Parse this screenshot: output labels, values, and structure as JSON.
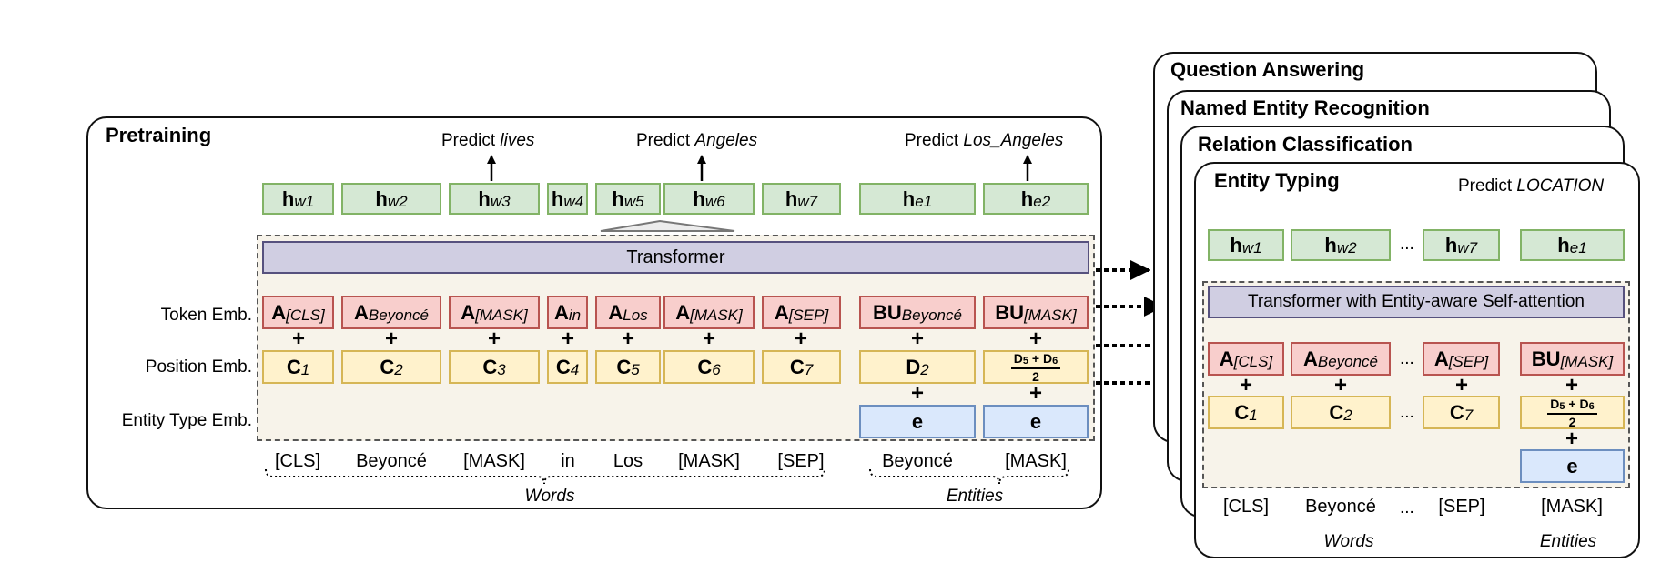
{
  "pretraining": {
    "title": "Pretraining",
    "predict": [
      {
        "prefix": "Predict ",
        "target": "lives"
      },
      {
        "prefix": "Predict ",
        "target": "Angeles"
      },
      {
        "prefix": "Predict ",
        "target": "Los_Angeles"
      }
    ],
    "hidden": [
      {
        "base": "h",
        "sub": "w",
        "idx": "1"
      },
      {
        "base": "h",
        "sub": "w",
        "idx": "2"
      },
      {
        "base": "h",
        "sub": "w",
        "idx": "3"
      },
      {
        "base": "h",
        "sub": "w",
        "idx": "4"
      },
      {
        "base": "h",
        "sub": "w",
        "idx": "5"
      },
      {
        "base": "h",
        "sub": "w",
        "idx": "6"
      },
      {
        "base": "h",
        "sub": "w",
        "idx": "7"
      },
      {
        "base": "h",
        "sub": "e",
        "idx": "1"
      },
      {
        "base": "h",
        "sub": "e",
        "idx": "2"
      }
    ],
    "transformer": "Transformer",
    "row_labels": {
      "token": "Token Emb.",
      "position": "Position Emb.",
      "entity_type": "Entity Type Emb."
    },
    "token_emb": [
      {
        "base": "A",
        "sub": "[CLS]"
      },
      {
        "base": "A",
        "sub": "Beyoncé"
      },
      {
        "base": "A",
        "sub": "[MASK]"
      },
      {
        "base": "A",
        "sub": "in"
      },
      {
        "base": "A",
        "sub": "Los"
      },
      {
        "base": "A",
        "sub": "[MASK]"
      },
      {
        "base": "A",
        "sub": "[SEP]"
      },
      {
        "base": "BU",
        "sub": "Beyoncé"
      },
      {
        "base": "BU",
        "sub": "[MASK]"
      }
    ],
    "position_emb": [
      {
        "base": "C",
        "sub": "1"
      },
      {
        "base": "C",
        "sub": "2"
      },
      {
        "base": "C",
        "sub": "3"
      },
      {
        "base": "C",
        "sub": "4"
      },
      {
        "base": "C",
        "sub": "5"
      },
      {
        "base": "C",
        "sub": "6"
      },
      {
        "base": "C",
        "sub": "7"
      },
      {
        "base": "D",
        "sub": "2"
      }
    ],
    "position_frac": {
      "num_a": "D",
      "a": "5",
      "plus": " + ",
      "num_b": "D",
      "b": "6",
      "den": "2"
    },
    "entity_type": [
      "e",
      "e"
    ],
    "words": [
      "[CLS]",
      "Beyoncé",
      "[MASK]",
      "in",
      "Los",
      "[MASK]",
      "[SEP]",
      "Beyoncé",
      "[MASK]"
    ],
    "brace_labels": {
      "words": "Words",
      "entities": "Entities"
    }
  },
  "tasks": {
    "stack_titles": [
      "Question Answering",
      "Named Entity Recognition",
      "Relation Classification"
    ],
    "front_title": "Entity Typing",
    "predict": {
      "prefix": "Predict ",
      "target": "LOCATION"
    },
    "hidden": [
      {
        "base": "h",
        "sub": "w",
        "idx": "1"
      },
      {
        "base": "h",
        "sub": "w",
        "idx": "2"
      },
      {
        "base": "h",
        "sub": "w",
        "idx": "7"
      },
      {
        "base": "h",
        "sub": "e",
        "idx": "1"
      }
    ],
    "transformer": "Transformer with Entity-aware Self-attention",
    "token_emb": [
      {
        "base": "A",
        "sub": "[CLS]"
      },
      {
        "base": "A",
        "sub": "Beyoncé"
      },
      {
        "base": "A",
        "sub": "[SEP]"
      },
      {
        "base": "BU",
        "sub": "[MASK]"
      }
    ],
    "position_emb": [
      {
        "base": "C",
        "sub": "1"
      },
      {
        "base": "C",
        "sub": "2"
      },
      {
        "base": "C",
        "sub": "7"
      }
    ],
    "position_frac": {
      "num_a": "D",
      "a": "5",
      "plus": " + ",
      "num_b": "D",
      "b": "6",
      "den": "2"
    },
    "entity_type": [
      "e"
    ],
    "ellipsis": "...",
    "words": [
      "[CLS]",
      "Beyoncé",
      "[SEP]",
      "[MASK]"
    ],
    "brace_labels": {
      "words": "Words",
      "entities": "Entities"
    }
  }
}
